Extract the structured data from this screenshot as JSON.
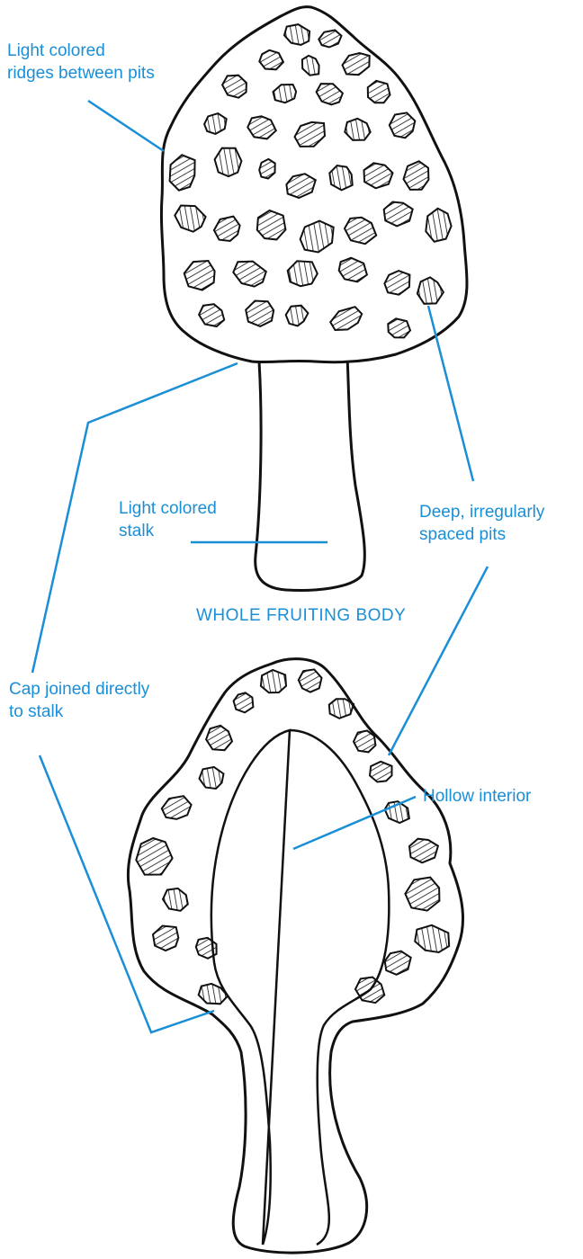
{
  "colors": {
    "label": "#1a8fd6",
    "ink": "#111111",
    "paper": "#ffffff"
  },
  "labels": {
    "ridges": [
      "Light colored",
      "ridges between pits"
    ],
    "stalk": [
      "Light colored",
      "stalk"
    ],
    "pits": [
      "Deep, irregularly",
      "spaced pits"
    ],
    "cap_joined": [
      "Cap joined directly",
      "to stalk"
    ],
    "hollow": "Hollow interior"
  },
  "captions": {
    "whole": "WHOLE FRUITING BODY"
  },
  "icons": [
    "morel-whole-drawing",
    "morel-section-drawing",
    "pit-hatching"
  ]
}
